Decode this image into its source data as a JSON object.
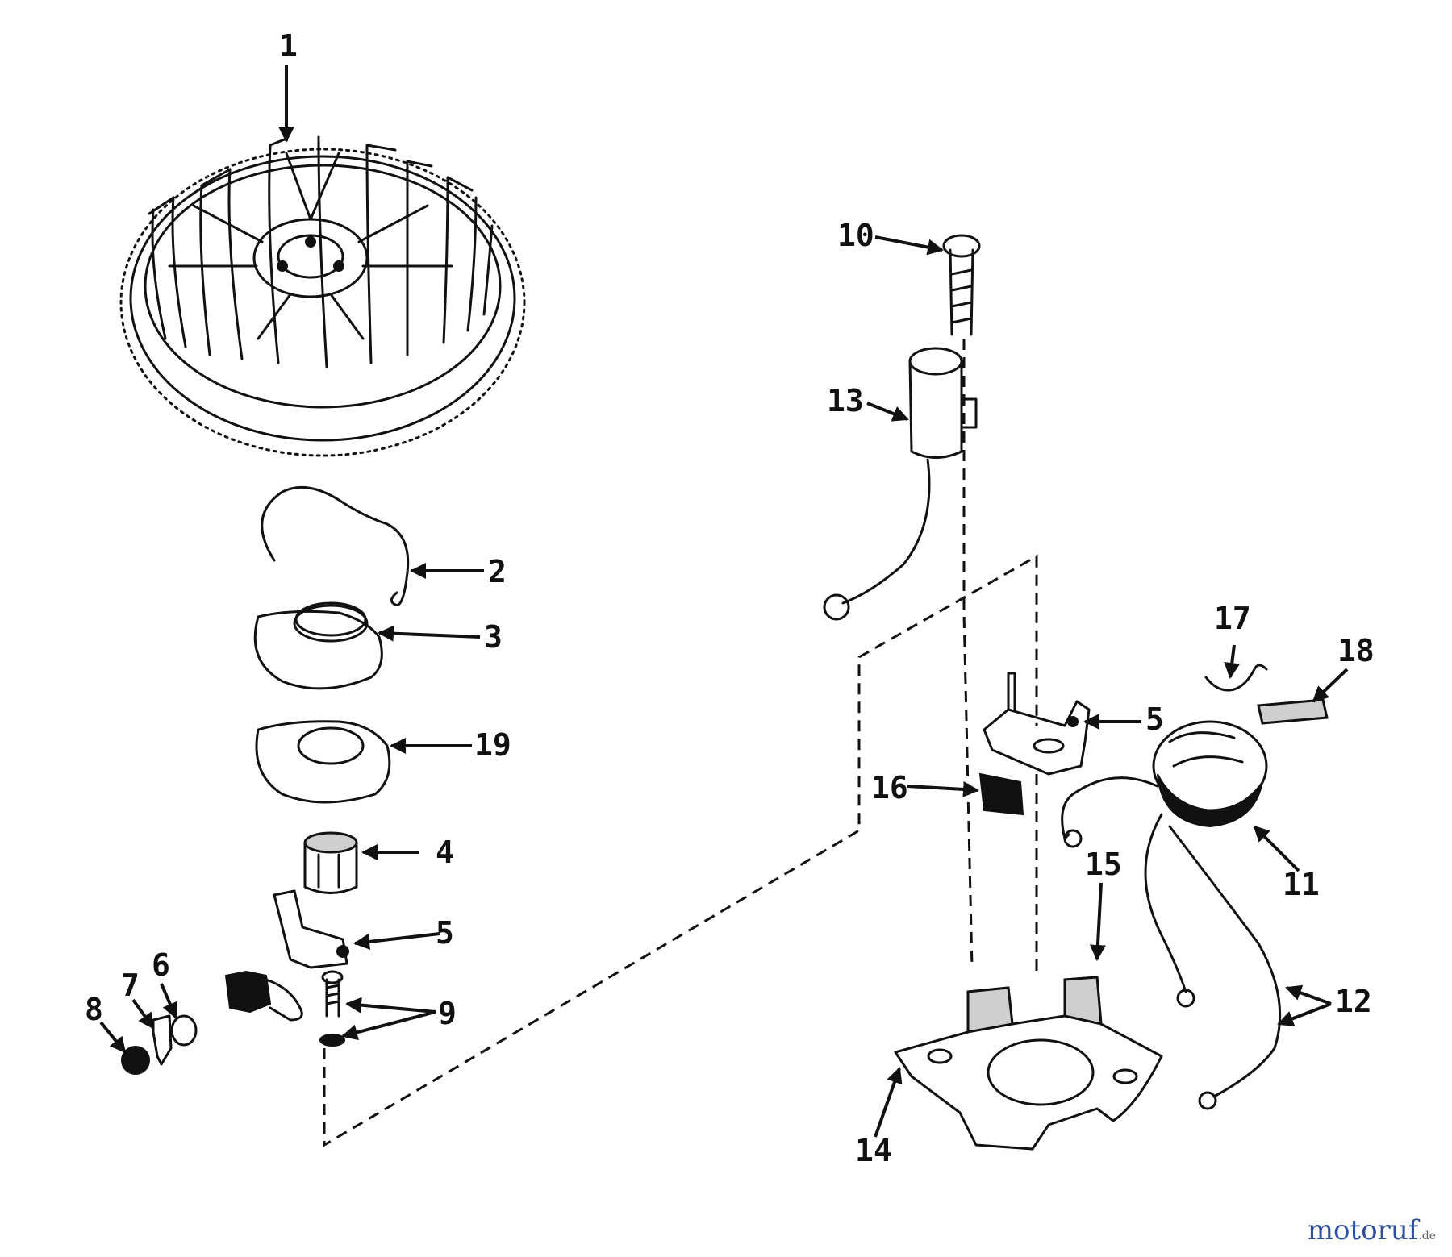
{
  "callouts": {
    "n1": "1",
    "n2": "2",
    "n3": "3",
    "n19": "19",
    "n4": "4",
    "n5a": "5",
    "n6": "6",
    "n7": "7",
    "n8": "8",
    "n9": "9",
    "n10": "10",
    "n13": "13",
    "n17": "17",
    "n18": "18",
    "n5b": "5",
    "n16": "16",
    "n15": "15",
    "n11": "11",
    "n12": "12",
    "n14": "14"
  },
  "watermark": {
    "main": "motoruf",
    "suffix": ".de"
  }
}
